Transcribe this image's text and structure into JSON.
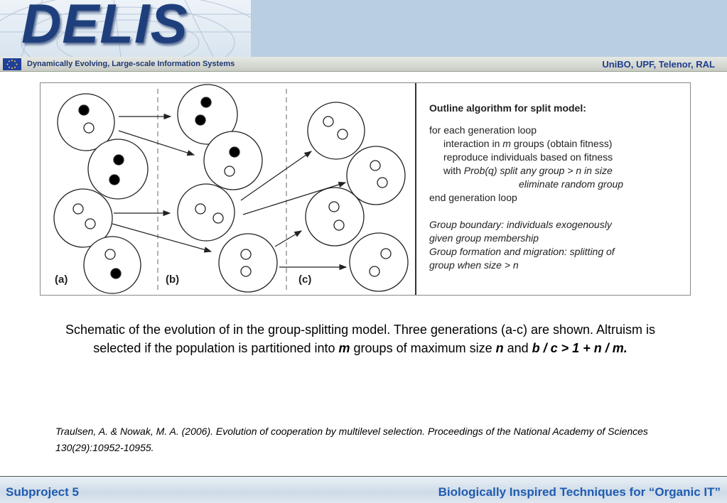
{
  "header": {
    "logo_text": "DELIS",
    "subtitle": "Dynamically Evolving, Large-scale Information Systems",
    "partners": "UniBO, UPF, Telenor, RAL"
  },
  "figure": {
    "panel_labels": [
      "(a)",
      "(b)",
      "(c)"
    ],
    "algorithm": {
      "title": "Outline algorithm for split model:",
      "loop_start": "for each generation loop",
      "step_interaction_pre": "interaction in ",
      "step_interaction_var": "m",
      "step_interaction_post": " groups (obtain fitness)",
      "step_reproduce": "reproduce individuals based on fitness",
      "step_with_pre": "with ",
      "step_with_prob": "Prob(q) split any group > n in size",
      "step_eliminate": "eliminate random group",
      "loop_end": "end generation loop",
      "note_boundary_1": "Group boundary: individuals exogenously",
      "note_boundary_2": "given group membership",
      "note_formation_1": "Group formation and migration: splitting of",
      "note_formation_2": "group when size > n"
    }
  },
  "caption": {
    "part1": "Schematic of the evolution of in the group-splitting model. Three generations (a-c) are shown. Altruism is selected if the population is partitioned into ",
    "m": "m",
    "part2": " groups of maximum size ",
    "n": "n",
    "part3": " and ",
    "condition": "b / c > 1 + n / m."
  },
  "reference": "Traulsen, A. & Nowak, M. A. (2006). Evolution of cooperation by multilevel selection. Proceedings of the National Academy of Sciences 130(29):10952-10955.",
  "footer": {
    "left": "Subproject 5",
    "right": "Biologically Inspired Techniques for “Organic IT”"
  }
}
